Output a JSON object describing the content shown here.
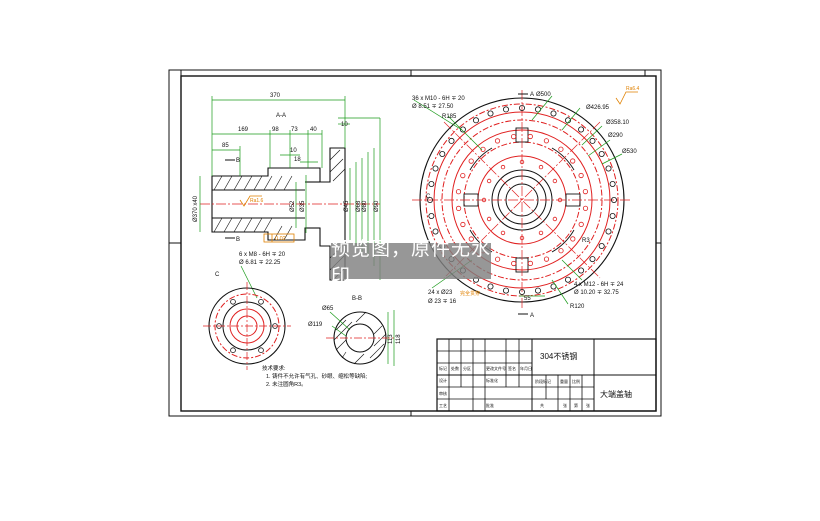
{
  "watermark": {
    "text": "预览图，原件无水印"
  },
  "colors": {
    "red": "#e02020",
    "green": "#1a9a1a",
    "orange": "#e08000",
    "black": "#111111",
    "dimgreen": "#20a020"
  },
  "section_aa": {
    "label": "A-A",
    "dims": {
      "total_length": "370",
      "d169": "169",
      "d98": "98",
      "d73": "73",
      "d40": "40",
      "d10": "10",
      "d85": "85",
      "d10b": "10",
      "d18": "18",
      "bore": "Ø370 x40",
      "tolerance": "0.02",
      "roughness": "Ra1.6",
      "vert1": "Ø52",
      "vert2": "Ø35",
      "vert3": "Ø45",
      "vert4": "Ø68",
      "vert5": "Ø80",
      "vert6": "Ø90"
    },
    "view_b_top": "B",
    "view_b_bottom": "B"
  },
  "front_view": {
    "holes_note_line1": "36 x M10 - 6H ∓ 20",
    "holes_note_line2": "Ø 8.51 ∓ 27.50",
    "d500": "Ø500",
    "d426": "Ø426.95",
    "d358": "Ø358.10",
    "d290": "Ø290",
    "d530": "Ø530",
    "r185": "R185",
    "r3": "R3",
    "slot_note_line1": "24 x Ø23",
    "slot_note_line2": "Ø 23 ∓ 16",
    "slot_side": "完全贯穿",
    "d55": "55",
    "holes2_line1": "4 x M12 - 6H ∓ 24",
    "holes2_line2": "Ø 10.20 ∓ 32.75",
    "r120": "R120",
    "mark_a_top": "A",
    "mark_a_bottom": "A",
    "mark_c": "C",
    "rough_top": "Ra6.4"
  },
  "view_c": {
    "label": "C",
    "note_line1": "6 x M8 - 6H ∓ 20",
    "note_line2": "Ø 6.81 ∓ 22.25"
  },
  "section_bb": {
    "label": "B-B",
    "d65": "Ø65",
    "d119": "Ø119",
    "w1": "113",
    "w2": "118"
  },
  "tech_notes": {
    "title": "技术要求:",
    "line1": "1. 铸件不允许有气孔、砂眼、缩松等缺陷;",
    "line2": "2. 未注圆角R3。"
  },
  "title_block": {
    "material": "304不锈钢",
    "part_name": "大端盖轴",
    "c1": "标记",
    "c2": "处数",
    "c3": "分区",
    "c4": "更改文件号",
    "c5": "签名",
    "c6": "年月日",
    "r2a": "设计",
    "r2b": "标准化",
    "r2c": "阶段标记",
    "r2d": "重量",
    "r2e": "比例",
    "r3a": "审核",
    "r3b": "工艺",
    "r3c": "批准",
    "r4a": "共",
    "r4b": "张",
    "r4c": "第",
    "r4d": "张"
  }
}
